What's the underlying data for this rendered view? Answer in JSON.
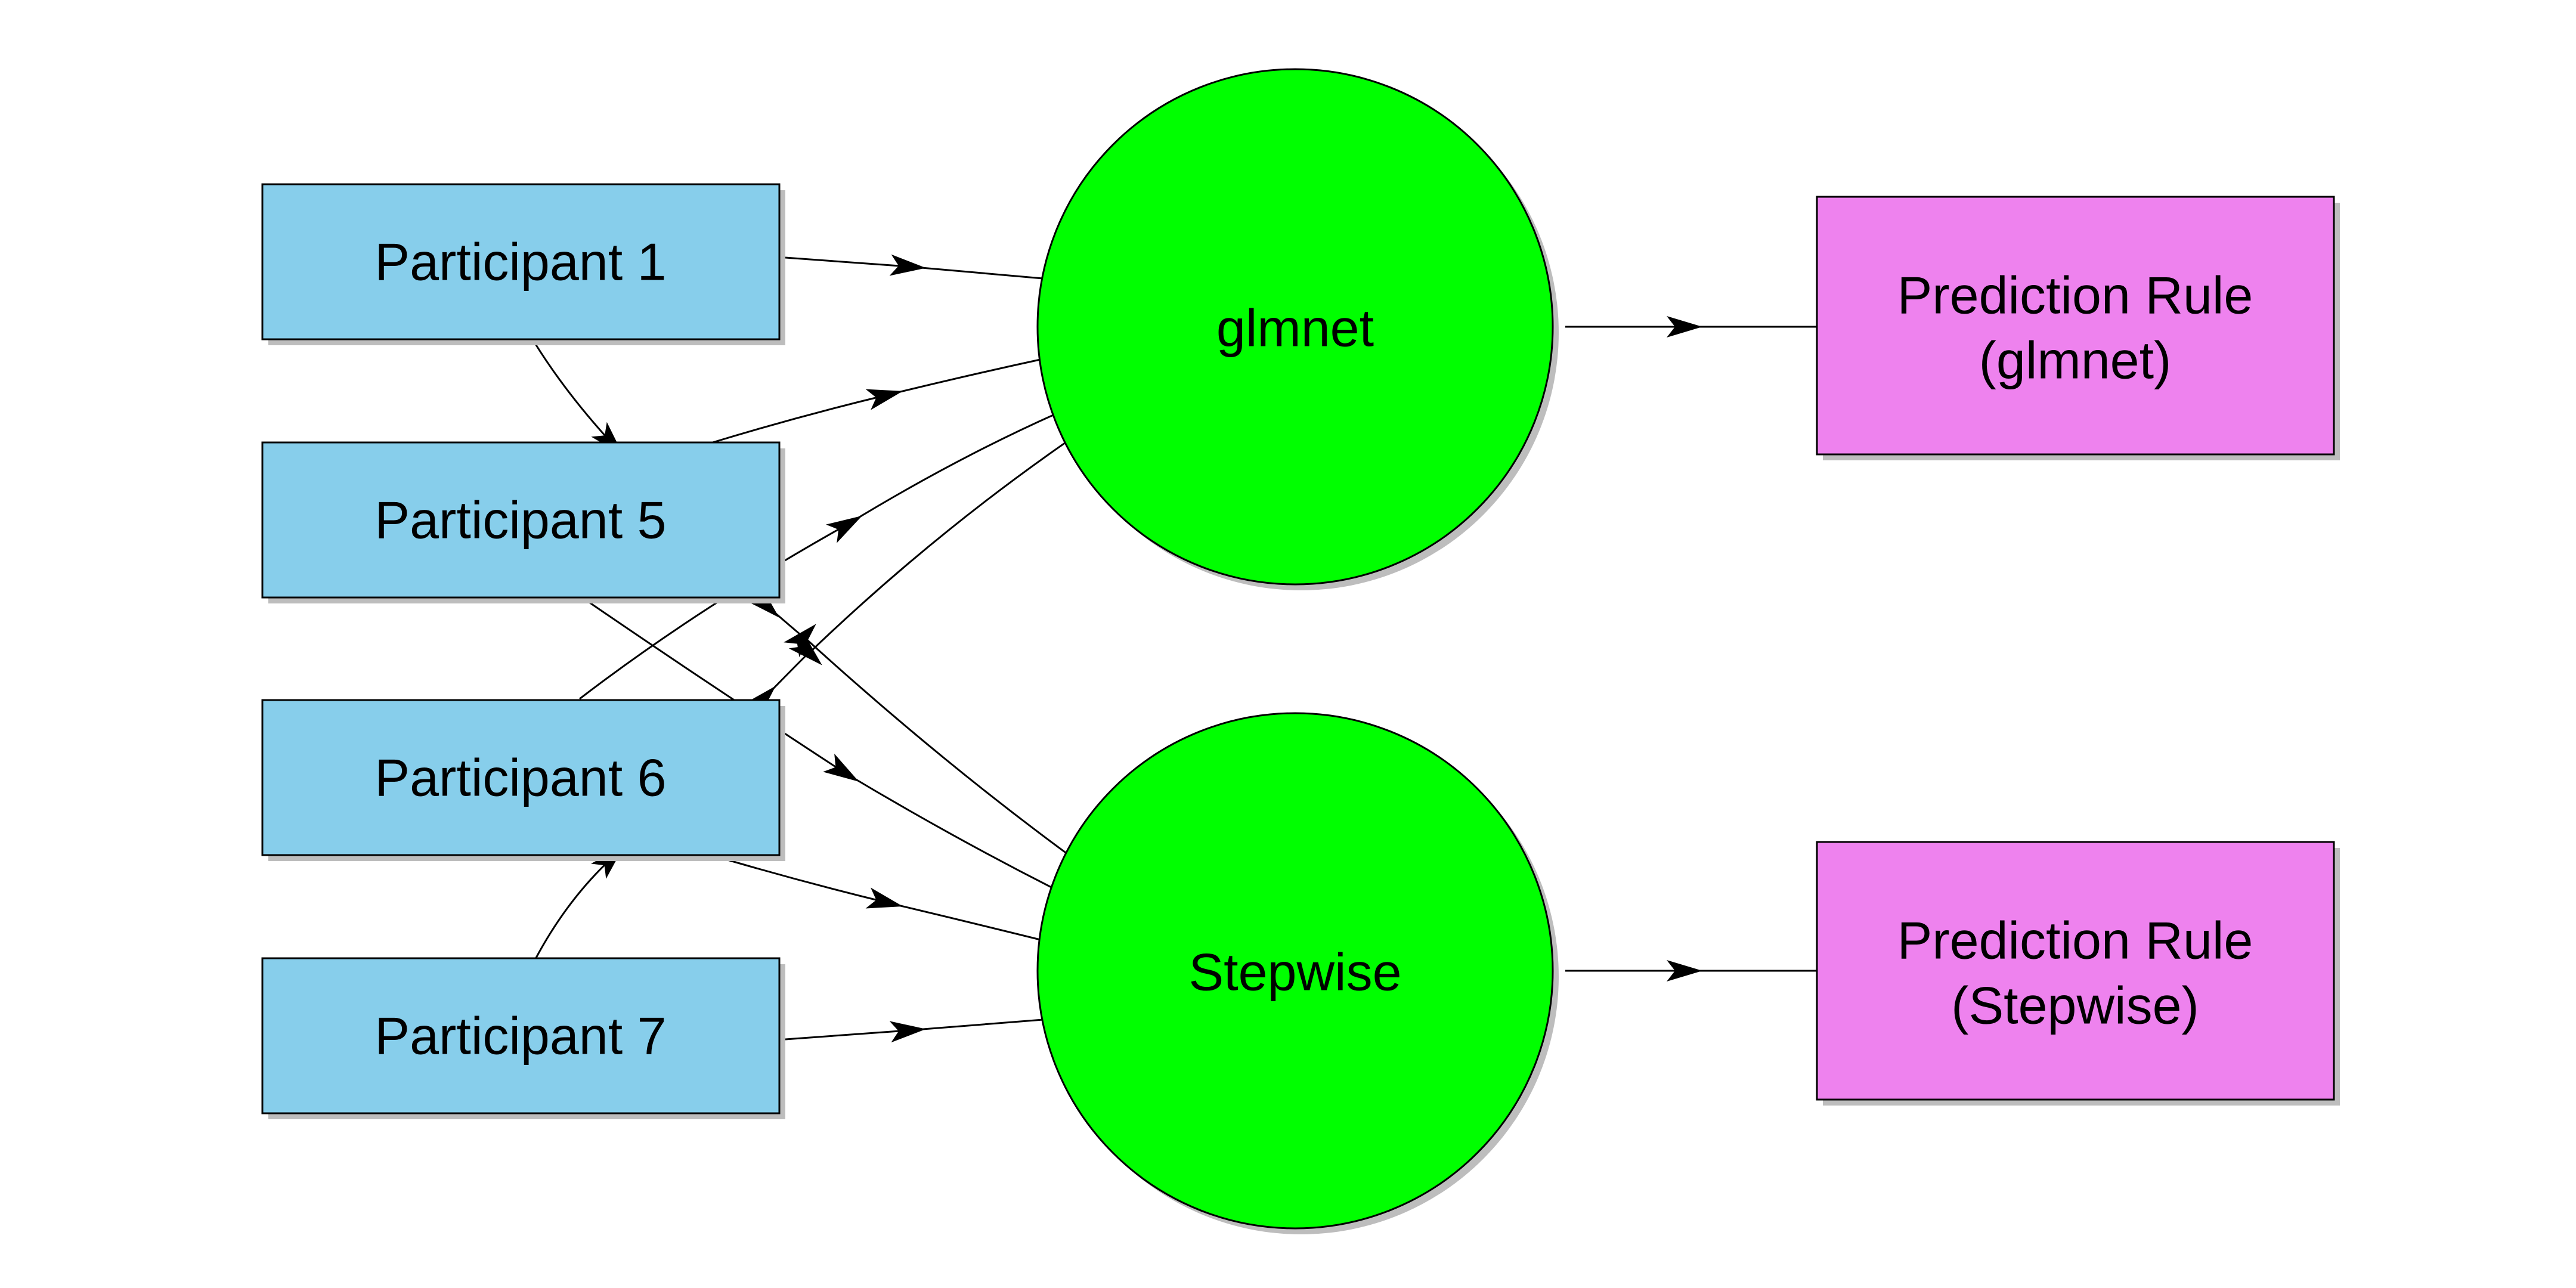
{
  "colors": {
    "participant": "#87ceeb",
    "method": "#00ff00",
    "rule": "#ee82ee",
    "edge": "#000000"
  },
  "participants": [
    {
      "label": "Participant 1"
    },
    {
      "label": "Participant 5"
    },
    {
      "label": "Participant 6"
    },
    {
      "label": "Participant 7"
    }
  ],
  "methods": [
    {
      "label": "glmnet"
    },
    {
      "label": "Stepwise"
    }
  ],
  "rules": [
    {
      "line1": "Prediction Rule",
      "line2": "(glmnet)"
    },
    {
      "line1": "Prediction Rule",
      "line2": "(Stepwise)"
    }
  ],
  "edges": [
    {
      "from": "Participant 1",
      "to": "glmnet"
    },
    {
      "from": "Participant 5",
      "to": "glmnet"
    },
    {
      "from": "Participant 6",
      "to": "glmnet"
    },
    {
      "from": "Participant 7",
      "to": "glmnet"
    },
    {
      "from": "Participant 1",
      "to": "Stepwise"
    },
    {
      "from": "Participant 5",
      "to": "Stepwise"
    },
    {
      "from": "Participant 6",
      "to": "Stepwise"
    },
    {
      "from": "Participant 7",
      "to": "Stepwise"
    },
    {
      "from": "glmnet",
      "to": "Prediction Rule (glmnet)"
    },
    {
      "from": "Stepwise",
      "to": "Prediction Rule (Stepwise)"
    }
  ]
}
